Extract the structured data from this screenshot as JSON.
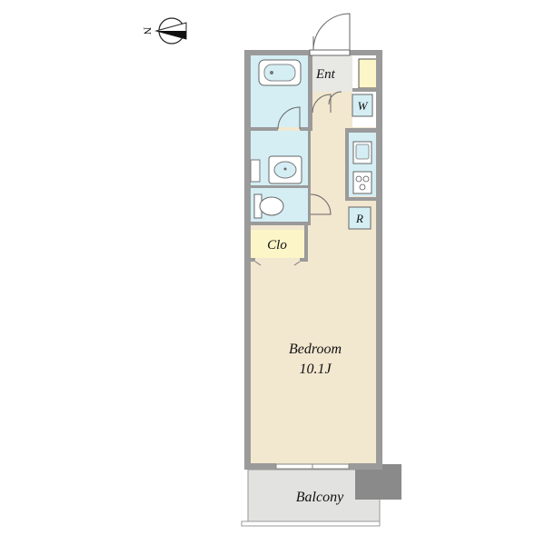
{
  "compass": {
    "letter": "N"
  },
  "rooms": {
    "entrance": "Ent",
    "washer": "W",
    "refrigerator": "R",
    "closet": "Clo",
    "bedroom_name": "Bedroom",
    "bedroom_size": "10.1J",
    "balcony": "Balcony"
  },
  "colors": {
    "wall": "#9a9a9a",
    "wet_area": "#d4eef4",
    "bedroom_floor": "#f2e7cf",
    "closet": "#fbf5c8",
    "balcony": "#e2e2e0",
    "entrance": "#e8e8e4",
    "shaft": "#8a8a8a"
  }
}
